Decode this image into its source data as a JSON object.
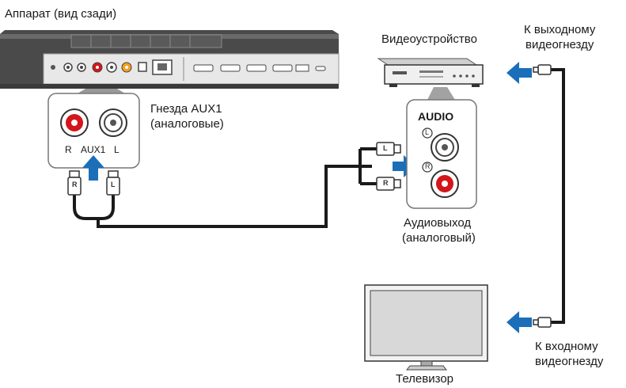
{
  "labels": {
    "unit_rear": "Аппарат (вид сзади)",
    "video_device": "Видеоустройство",
    "to_video_out_1": "К выходному",
    "to_video_out_2": "видеогнезду",
    "aux_jacks_1": "Гнезда AUX1",
    "aux_jacks_2": "(аналоговые)",
    "aux_r": "R",
    "aux_name": "AUX1",
    "aux_l": "L",
    "audio_title": "AUDIO",
    "audio_l_mark": "L",
    "audio_r_mark": "R",
    "plug_l": "L",
    "plug_r": "R",
    "audio_out_1": "Аудиовыход",
    "audio_out_2": "(аналоговый)",
    "to_video_in_1": "К входному",
    "to_video_in_2": "видеогнезду",
    "tv": "Телевизор"
  },
  "colors": {
    "arrow_blue": "#1a6fb8",
    "rca_red": "#d4151b",
    "panel_dark": "#3c3c3c",
    "cable": "#1a1a1a"
  }
}
